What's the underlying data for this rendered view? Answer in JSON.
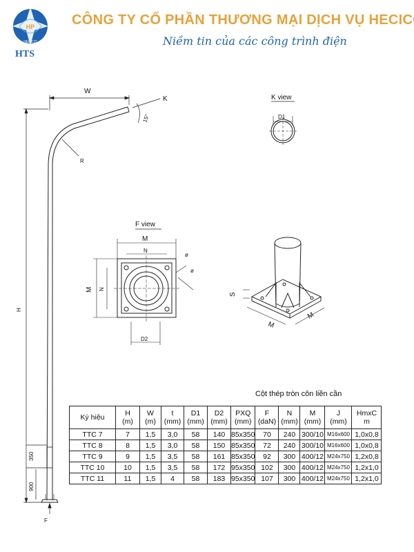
{
  "header": {
    "company_name": "CÔNG TY CỔ PHẦN THƯƠNG MẠI DỊCH VỤ HECICO",
    "slogan": "Niềm tin của các công trình điện",
    "logo_top_text": "HECICO",
    "logo_monogram": "HP",
    "logo_bottom_text": "HTS",
    "brand_blue": "#1f63b3",
    "brand_orange": "#e8a13a",
    "brand_red": "#d2232a"
  },
  "drawing": {
    "labels": {
      "w": "W",
      "k": "K",
      "angle": "15°",
      "r": "R",
      "h": "H",
      "dim_350": "350",
      "dim_900": "900",
      "f": "F",
      "k_view": "K view",
      "d1": "D1",
      "f_view": "F view",
      "m": "M",
      "n": "N",
      "d2": "D2",
      "s": "S"
    }
  },
  "table": {
    "title": "Cột thép tròn côn liền cần",
    "headers": [
      [
        "Ký hiệu"
      ],
      [
        "H",
        "(m)"
      ],
      [
        "W",
        "(m)"
      ],
      [
        "t",
        "(mm)"
      ],
      [
        "D1",
        "(mm)"
      ],
      [
        "D2",
        "(mm)"
      ],
      [
        "PXQ",
        "(mm)"
      ],
      [
        "F",
        "(daN)"
      ],
      [
        "N",
        "(mm)"
      ],
      [
        "M",
        "(mm)"
      ],
      [
        "J",
        "(mm)"
      ],
      [
        "HmxC",
        "m"
      ]
    ],
    "rows": [
      [
        "TTC 7",
        "7",
        "1,5",
        "3,0",
        "58",
        "140",
        "85x350",
        "70",
        "240",
        "300/10",
        "M16x600",
        "1,0x0,8"
      ],
      [
        "TTC 8",
        "8",
        "1,5",
        "3,0",
        "58",
        "150",
        "85x350",
        "72",
        "240",
        "300/10",
        "M16x600",
        "1,0x0,8"
      ],
      [
        "TTC 9",
        "9",
        "1,5",
        "3,5",
        "58",
        "161",
        "85x350",
        "92",
        "300",
        "400/12",
        "M24x750",
        "1,2x0,8"
      ],
      [
        "TTC 10",
        "10",
        "1,5",
        "3,5",
        "58",
        "172",
        "95x350",
        "102",
        "300",
        "400/12",
        "M24x750",
        "1,2x1,0"
      ],
      [
        "TTC 11",
        "11",
        "1,5",
        "4",
        "58",
        "183",
        "95x350",
        "107",
        "300",
        "400/12",
        "M24x750",
        "1,2x1,0"
      ]
    ]
  }
}
